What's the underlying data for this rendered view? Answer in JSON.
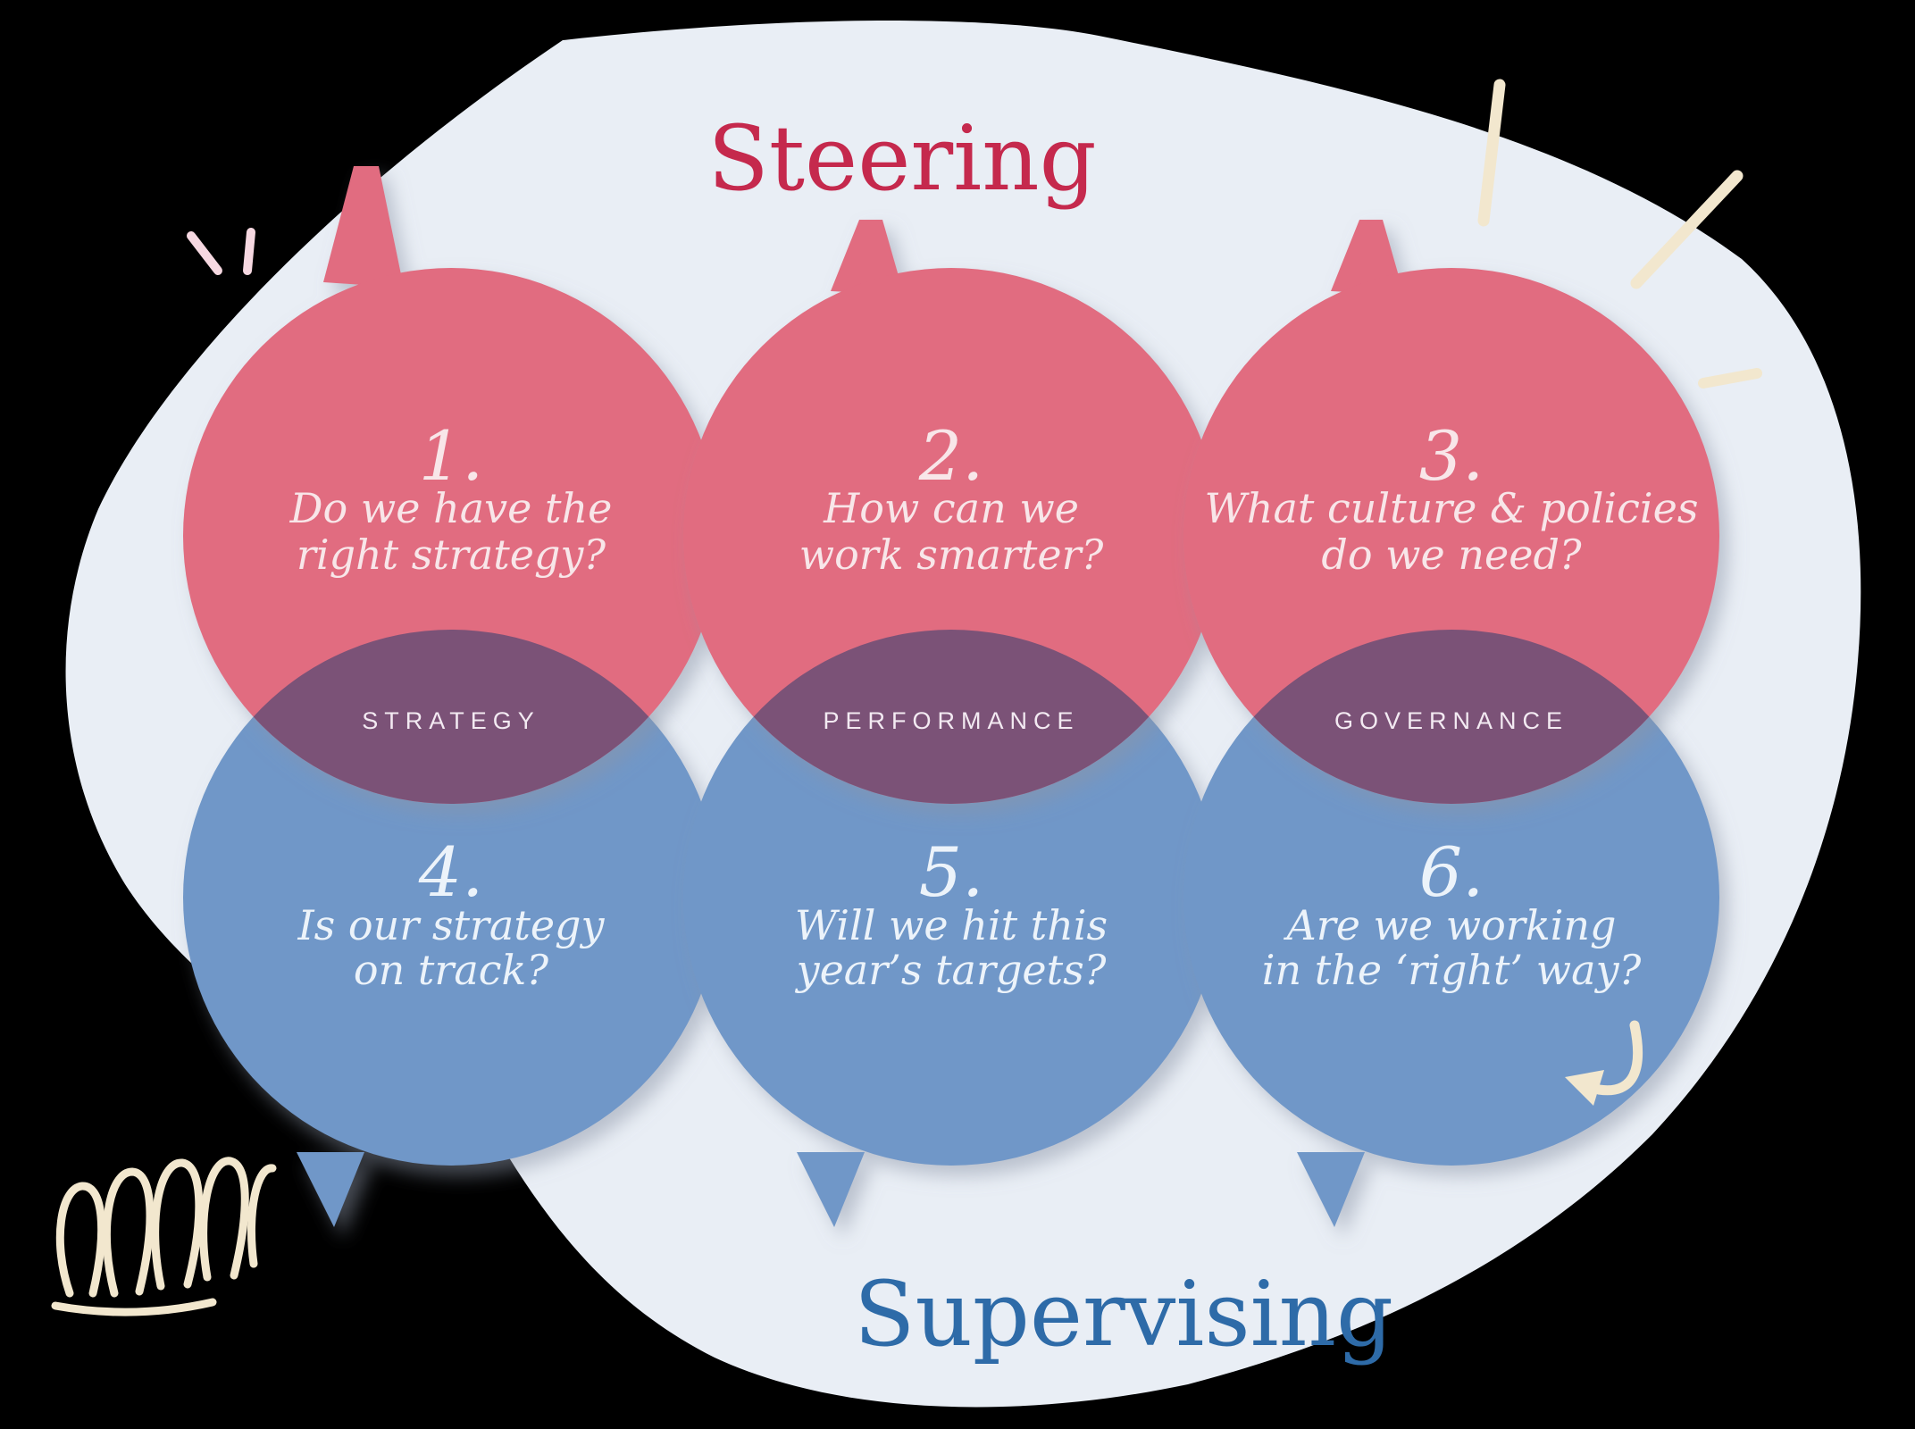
{
  "diagram": {
    "top_title": "Steering",
    "bottom_title": "Supervising",
    "bubbles": [
      {
        "id": 1,
        "row": "steering",
        "number": "1.",
        "lines": [
          "Do we have the",
          "right strategy?"
        ]
      },
      {
        "id": 2,
        "row": "steering",
        "number": "2.",
        "lines": [
          "How can we",
          "work smarter?"
        ]
      },
      {
        "id": 3,
        "row": "steering",
        "number": "3.",
        "lines": [
          "What culture & policies",
          "do we need?"
        ]
      },
      {
        "id": 4,
        "row": "supervising",
        "number": "4.",
        "lines": [
          "Is our strategy",
          "on track?"
        ]
      },
      {
        "id": 5,
        "row": "supervising",
        "number": "5.",
        "lines": [
          "Will we hit this",
          "year’s targets?"
        ]
      },
      {
        "id": 6,
        "row": "supervising",
        "number": "6.",
        "lines": [
          "Are we working",
          "in the ‘right’ way?"
        ]
      }
    ],
    "overlaps": [
      {
        "label": "STRATEGY"
      },
      {
        "label": "PERFORMANCE"
      },
      {
        "label": "GOVERNANCE"
      }
    ],
    "colors": {
      "steering_red": "#C5294D",
      "supervising_blue": "#2E6BA8",
      "bubble_pink": "#E16C80",
      "bubble_blue": "#6F97C8",
      "overlap_purple": "#7B5277",
      "blob_background": "#E9EEF5",
      "question_text_on_pink": "#F8E6E9",
      "question_text_on_blue": "#ECF3FA",
      "overlap_label_text": "#F3EAF2",
      "doodle_cream": "#F2E7CE",
      "doodle_pink": "#F6D8E1",
      "outside_background": "#000000"
    }
  }
}
